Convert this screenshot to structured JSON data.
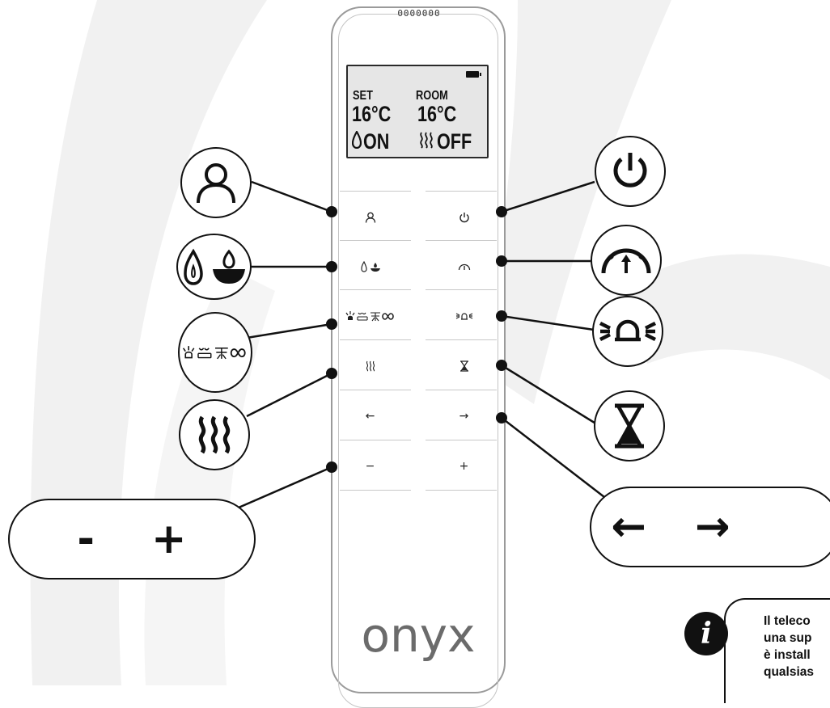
{
  "remote": {
    "led_indicator": "0000000",
    "brand": "onyx"
  },
  "lcd": {
    "set_label": "SET",
    "set_temp": "16°C",
    "room_label": "ROOM",
    "room_temp": "16°C",
    "flame_status": "ON",
    "heat_status": "OFF"
  },
  "keys": {
    "user_icon": "user-icon",
    "power_icon": "power-icon",
    "flame_mode_icon": "flame-mode-icon",
    "speed_icon": "speedometer-icon",
    "fire_effects_icon": "fire-effects-icon",
    "light_icon": "light-icon",
    "heat_icon": "heat-icon",
    "timer_icon": "hourglass-icon",
    "left_label": "←",
    "right_label": "→",
    "minus_label": "−",
    "plus_label": "+"
  },
  "callouts": {
    "minus_label": "-",
    "plus_label": "+",
    "left_label": "←",
    "right_label": "→"
  },
  "note": {
    "lines": [
      "Il teleco",
      "una sup",
      "è install",
      "qualsias"
    ]
  },
  "colors": {
    "ink": "#111111",
    "lcd_bg": "#e6e6e6",
    "brand": "#6b6b6b",
    "swoosh": "#efefef"
  }
}
